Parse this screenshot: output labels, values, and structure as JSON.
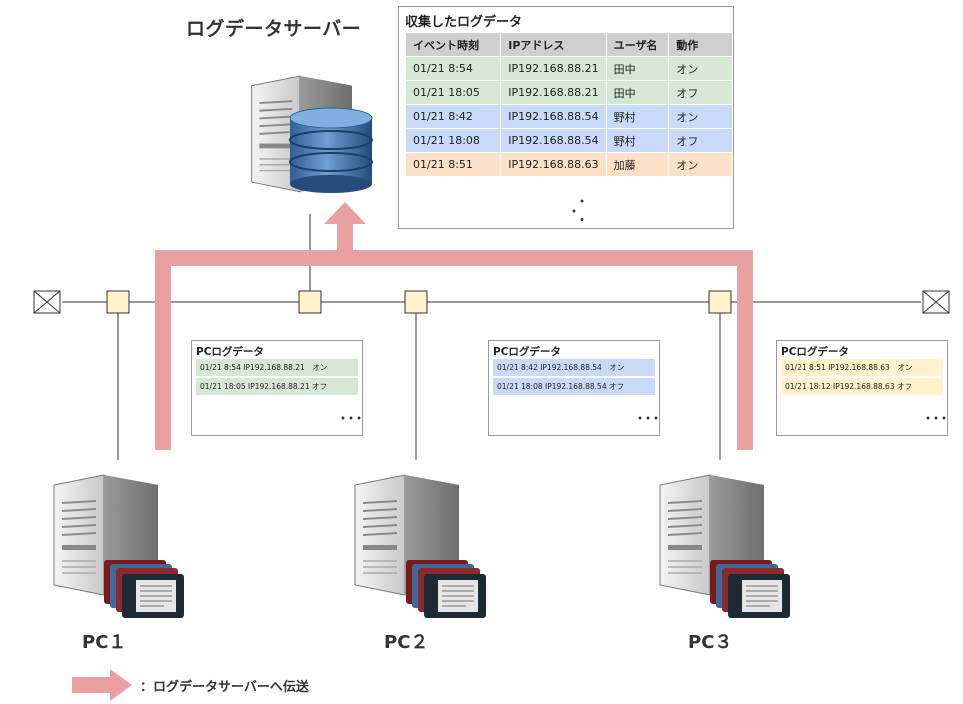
{
  "server": {
    "title": "ログデータサーバー",
    "table": {
      "caption": "収集したログデータ",
      "headers": [
        "イベント時刻",
        "IPアドレス",
        "ユーザ名",
        "動作"
      ],
      "rows": [
        {
          "cells": [
            "01/21 8:54",
            "IP192.168.88.21",
            "田中",
            "オン"
          ],
          "color": "#d5e8d4"
        },
        {
          "cells": [
            "01/21 18:05",
            "IP192.168.88.21",
            "田中",
            "オフ"
          ],
          "color": "#d5e8d4"
        },
        {
          "cells": [
            "01/21 8:42",
            "IP192.168.88.54",
            "野村",
            "オン"
          ],
          "color": "#c9daf8"
        },
        {
          "cells": [
            "01/21 18:08",
            "IP192.168.88.54",
            "野村",
            "オフ"
          ],
          "color": "#c9daf8"
        },
        {
          "cells": [
            "01/21 8:51",
            "IP192.168.88.63",
            "加藤",
            "オン"
          ],
          "color": "#fde0c8"
        }
      ],
      "more": "・ ・ ・"
    }
  },
  "pcs": [
    {
      "label": "PC１",
      "log_caption": "PCログデータ",
      "row_color": "#d5e8d4",
      "rows": [
        "01/21 8:54 IP192.168.88.21　オン",
        "01/21 18:05 IP192.168.88.21 オフ"
      ],
      "more": "・ ・ ・"
    },
    {
      "label": "PC２",
      "log_caption": "PCログデータ",
      "row_color": "#c9daf8",
      "rows": [
        "01/21 8:42 IP192.168.88.54　オン",
        "01/21 18:08 IP192.168.88.54 オフ"
      ],
      "more": "・ ・ ・"
    },
    {
      "label": "PC３",
      "log_caption": "PCログデータ",
      "row_color": "#fff2cc",
      "rows": [
        "01/21 8:51 IP192.168.88.63　オン",
        "01/21 18:12 IP192.168.88.63 オフ"
      ],
      "more": "・ ・ ・"
    }
  ],
  "legend": {
    "text": "：ログデータサーバーへ伝送"
  },
  "colors": {
    "transfer_arrow": "#e8a0a0",
    "node": "#fff2cc",
    "line": "#333333"
  }
}
